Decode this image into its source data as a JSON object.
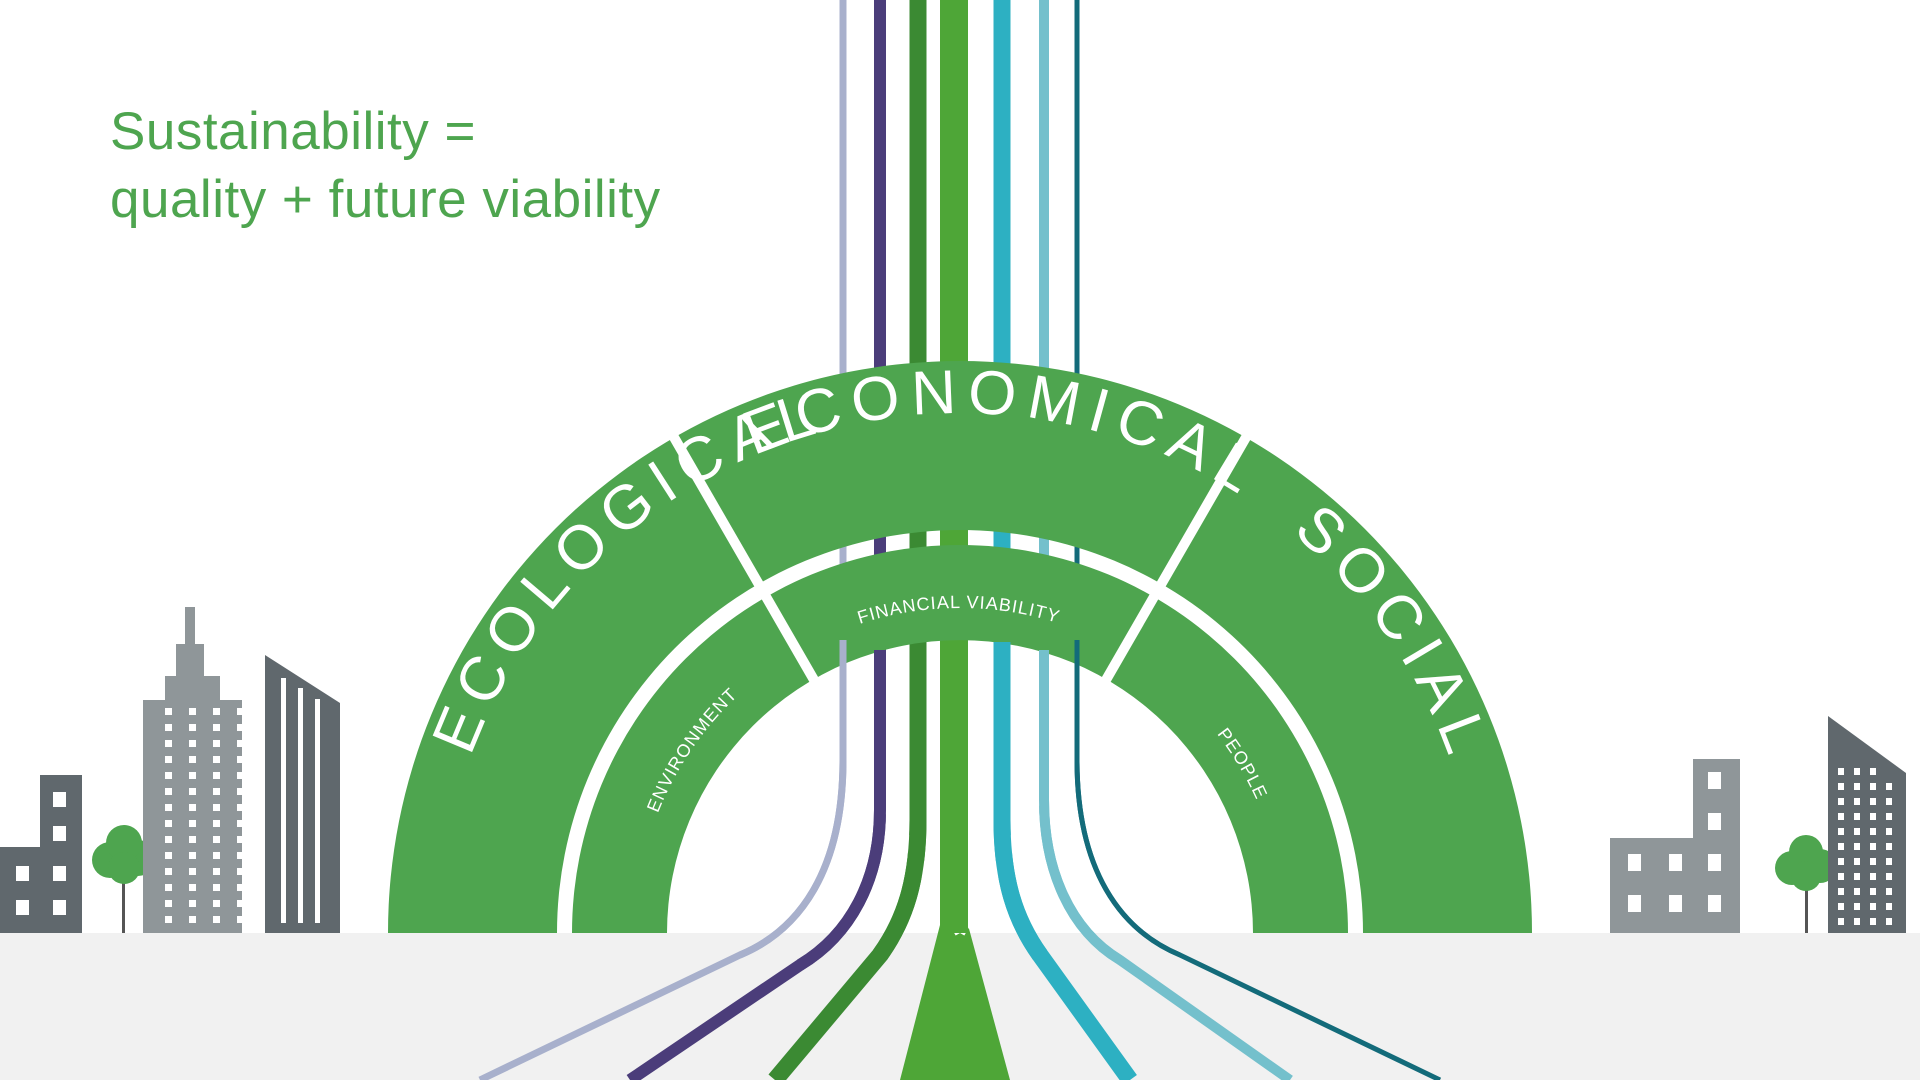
{
  "headline": {
    "line1": "Sustainability =",
    "line2": "quality + future viability"
  },
  "pillars": {
    "ecological": {
      "label": "ECOLOGICAL",
      "sub": "ENVIRONMENT"
    },
    "economical": {
      "label": "ECONOMICAL",
      "sub": "FINANCIAL VIABILITY"
    },
    "social": {
      "label": "SOCIAL",
      "sub": "PEOPLE"
    }
  },
  "colors": {
    "headline_green": "#4ea54f",
    "arch_green": "#4ea54f",
    "ground": "#f1f1f1",
    "building_dark": "#60686d",
    "building_light": "#8f9699",
    "tree_green": "#4ea54f",
    "stripes": [
      "#a8b0cc",
      "#4b3d7a",
      "#3b8a33",
      "#4ea637",
      "#2db0c2",
      "#74c0cc",
      "#136b7a"
    ]
  }
}
